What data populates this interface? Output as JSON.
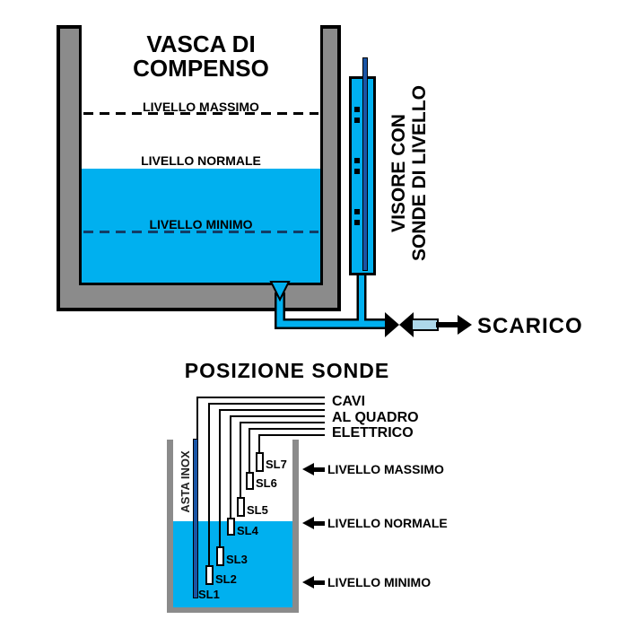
{
  "colors": {
    "water": "#00b0ef",
    "wall_gray": "#8b8b8b",
    "rod_blue": "#1a55a5",
    "pipe_light": "#add8ea",
    "line_black": "#000000"
  },
  "upper": {
    "tank_title_line1": "VASCA DI",
    "tank_title_line2": "COMPENSO",
    "level_max": "LIVELLO MASSIMO",
    "level_normal": "LIVELLO NORMALE",
    "level_min": "LIVELLO MINIMO",
    "viewer_label_line1": "VISORE CON",
    "viewer_label_line2": "SONDE DI LIVELLO",
    "drain_label": "SCARICO"
  },
  "lower": {
    "title": "POSIZIONE SONDE",
    "cable_label_line1": "CAVI",
    "cable_label_line2": "AL QUADRO",
    "cable_label_line3": "ELETTRICO",
    "rod_label": "ASTA INOX",
    "probes": [
      {
        "label": "SL1"
      },
      {
        "label": "SL2"
      },
      {
        "label": "SL3"
      },
      {
        "label": "SL4"
      },
      {
        "label": "SL5"
      },
      {
        "label": "SL6"
      },
      {
        "label": "SL7"
      }
    ],
    "levels": [
      {
        "label": "LIVELLO MASSIMO"
      },
      {
        "label": "LIVELLO NORMALE"
      },
      {
        "label": "LIVELLO MINIMO"
      }
    ]
  }
}
